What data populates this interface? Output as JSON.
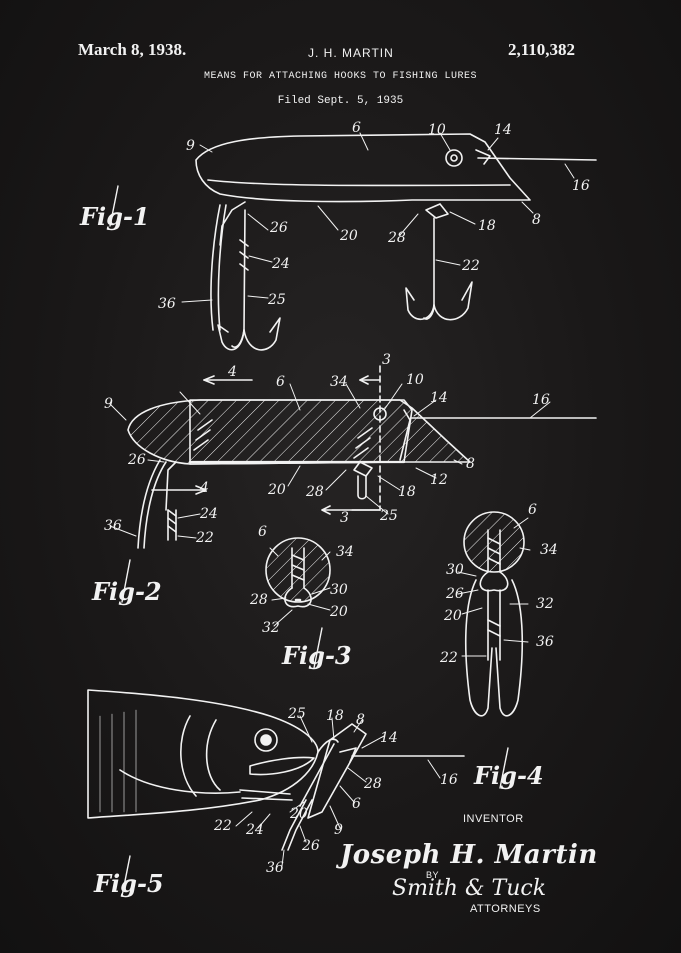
{
  "header": {
    "date": "March 8, 1938.",
    "inventor": "J. H. MARTIN",
    "patent_number": "2,110,382",
    "title": "MEANS FOR ATTACHING HOOKS TO FISHING LURES",
    "filed": "Filed Sept. 5, 1935"
  },
  "figures": {
    "fig1": "Fig-1",
    "fig2": "Fig-2",
    "fig3": "Fig-3",
    "fig4": "Fig-4",
    "fig5": "Fig-5"
  },
  "labels": {
    "fig1": [
      "9",
      "6",
      "10",
      "14",
      "16",
      "8",
      "18",
      "28",
      "20",
      "26",
      "24",
      "25",
      "22",
      "36"
    ],
    "fig2": [
      "4",
      "6",
      "34",
      "3",
      "10",
      "14",
      "16",
      "9",
      "26",
      "20",
      "28",
      "18",
      "12",
      "8",
      "4",
      "3",
      "25",
      "24",
      "36",
      "22"
    ],
    "fig3": [
      "6",
      "34",
      "30",
      "28",
      "20",
      "32"
    ],
    "fig4": [
      "6",
      "34",
      "30",
      "26",
      "32",
      "20",
      "36",
      "22"
    ],
    "fig5": [
      "25",
      "18",
      "8",
      "14",
      "16",
      "28",
      "6",
      "20",
      "9",
      "22",
      "24",
      "26",
      "36"
    ]
  },
  "footer": {
    "inventor_label": "INVENTOR",
    "inventor_signature": "Joseph H. Martin",
    "by_label": "BY",
    "attorney_signature": "Smith & Tuck",
    "attorneys_label": "ATTORNEYS"
  },
  "colors": {
    "background": "#171515",
    "ink": "#f2f2f2"
  }
}
